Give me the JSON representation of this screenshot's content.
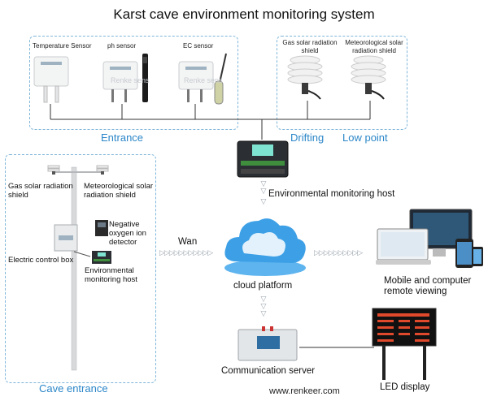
{
  "title": "Karst cave environment monitoring system",
  "entrance": {
    "label": "Entrance",
    "sensors": {
      "temperature": "Temperature Sensor",
      "ph": "ph sensor",
      "ec": "EC sensor",
      "watermark": "Renke sens"
    }
  },
  "drifting_low": {
    "drifting_label": "Drifting",
    "low_point_label": "Low point",
    "gas_shield": "Gas solar radiation shield",
    "met_shield": "Meteorological solar radiation shield"
  },
  "host_label": "Environmental monitoring host",
  "cave": {
    "label": "Cave entrance",
    "gas_shield": "Gas solar radiation shield",
    "met_shield": "Meteorological solar radiation shield",
    "oxygen": "Negative oxygen ion detector",
    "control_box": "Electric control box",
    "env_host": "Environmental monitoring host"
  },
  "wan_label": "Wan",
  "cloud_label": "cloud platform",
  "mobile_label": "Mobile and computer remote viewing",
  "comm_label": "Communication server",
  "led_label": "LED display",
  "website": "www.renkeer.com",
  "colors": {
    "accent_blue": "#2b86c8",
    "dash_border": "#7fb6da",
    "cloud": "#3da0e6"
  }
}
